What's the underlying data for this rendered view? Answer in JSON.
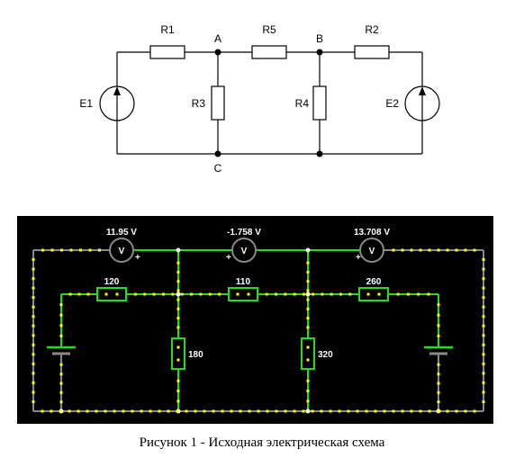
{
  "schematic": {
    "labels": {
      "r1": "R1",
      "r5": "R5",
      "r2": "R2",
      "r3": "R3",
      "r4": "R4",
      "e1": "E1",
      "e2": "E2",
      "node_a": "A",
      "node_b": "B",
      "node_c": "C"
    }
  },
  "simulator": {
    "voltmeters": {
      "left_value": "11.95 V",
      "middle_value": "-1.758 V",
      "right_value": "13.708 V",
      "letter": "V",
      "plus": "+"
    },
    "resistors": {
      "left_top": "120",
      "middle_top": "110",
      "right_top": "260",
      "left_vertical": "180",
      "right_vertical": "320"
    },
    "colors": {
      "background": "#000000",
      "wire_active": "#22dd22",
      "wire_idle": "#8a8a8a",
      "current_dot": "#ffff00"
    }
  },
  "caption": "Рисунок 1 - Исходная электрическая схема"
}
